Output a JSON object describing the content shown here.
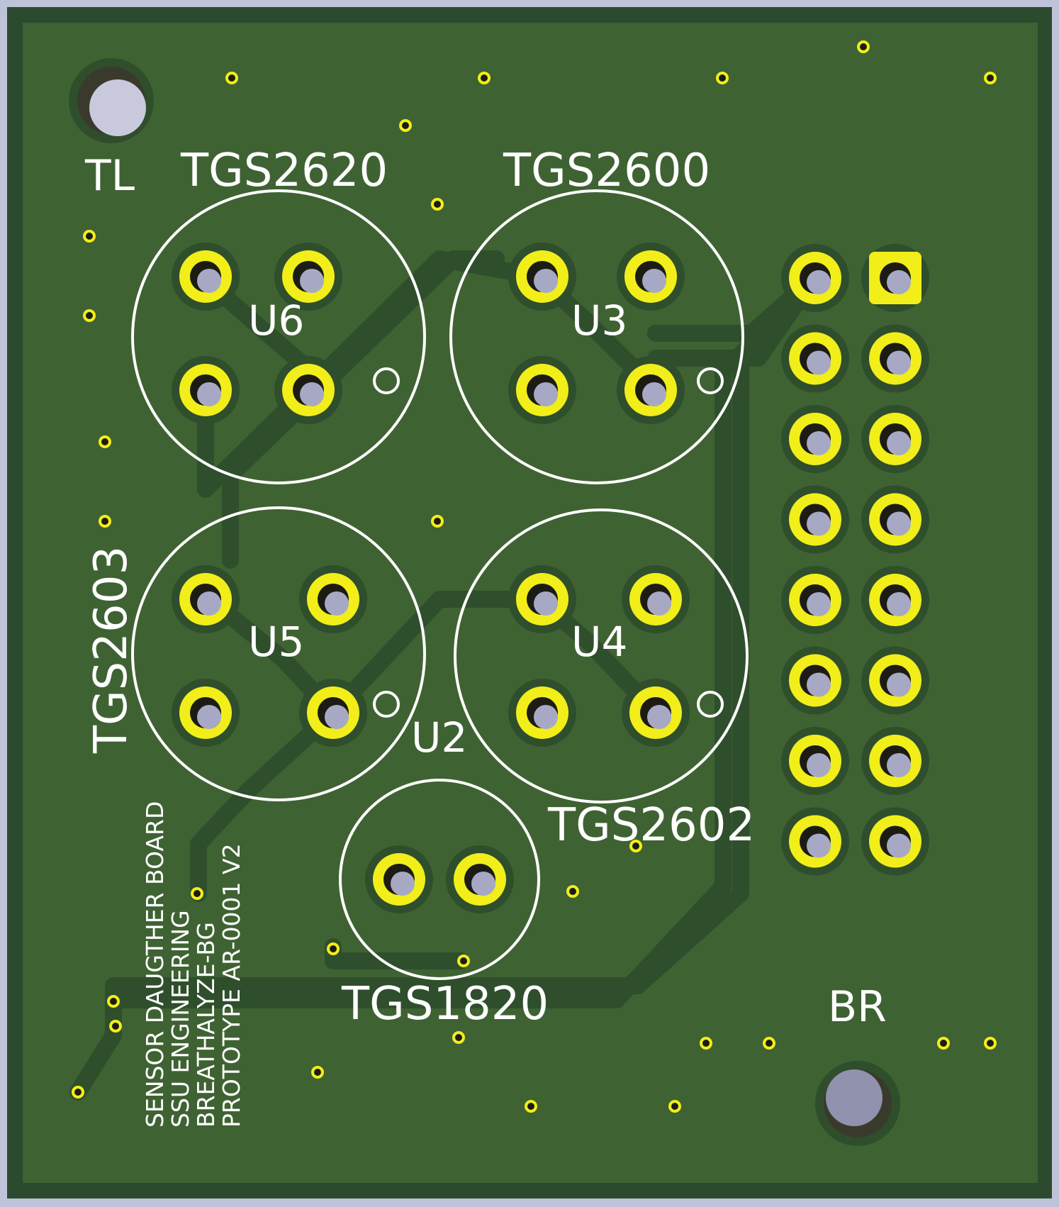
{
  "silkscreen": {
    "corner_top_left": "TL",
    "corner_bottom_right": "BR",
    "sensor_u6_part": "TGS2620",
    "sensor_u3_part": "TGS2600",
    "sensor_u5_part": "TGS2603",
    "sensor_u4_part": "TGS2602",
    "sensor_u2_part": "TGS1820",
    "ref_u6": "U6",
    "ref_u3": "U3",
    "ref_u5": "U5",
    "ref_u4": "U4",
    "ref_u2": "U2",
    "info_lines": [
      "SENSOR DAUGTHER BOARD",
      "SSU ENGINEERING",
      "BREATHALYZE-BG",
      "PROTOTYPE AR-0001 V2"
    ]
  },
  "colors": {
    "background": "#bfc3da",
    "board_edge": "#2c4a2e",
    "board": "#3f6233",
    "trace": "#2f4e2c",
    "pad": "#f2ee1a",
    "drill": "#a7a9c4",
    "silkscreen": "#ffffff"
  },
  "header": {
    "rows": 8,
    "columns": 2
  }
}
